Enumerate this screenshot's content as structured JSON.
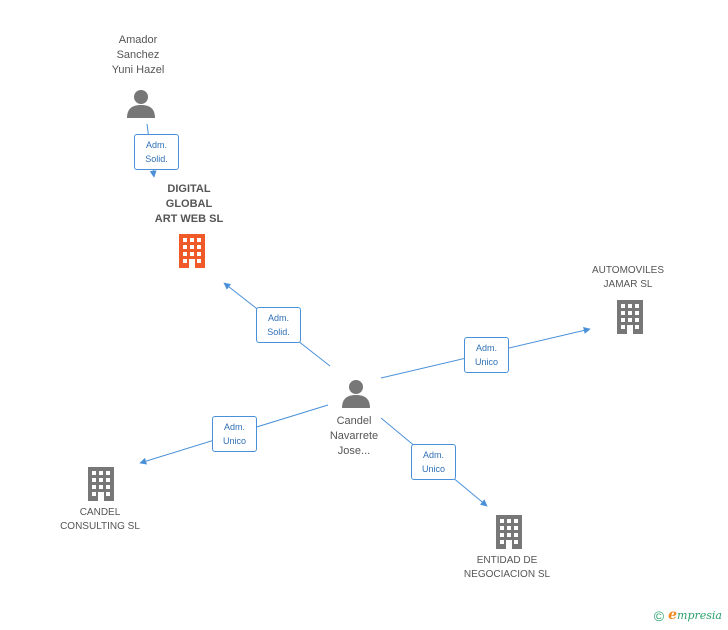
{
  "nodes": {
    "amador": {
      "name": "Amador\nSanchez\nYuni Hazel"
    },
    "digital": {
      "name": "DIGITAL\nGLOBAL\nART WEB SL"
    },
    "automoviles": {
      "name": "AUTOMOVILES\nJAMAR SL"
    },
    "candel_person": {
      "name": "Candel\nNavarrete\nJose..."
    },
    "candel_consulting": {
      "name": "CANDEL\nCONSULTING SL"
    },
    "entidad": {
      "name": "ENTIDAD DE\nNEGOCIACION SL"
    }
  },
  "edges": {
    "amador_digital": {
      "role1": "Adm.",
      "role2": "Solid."
    },
    "candel_digital": {
      "role1": "Adm.",
      "role2": "Solid."
    },
    "candel_automoviles": {
      "role1": "Adm.",
      "role2": "Unico"
    },
    "candel_consulting": {
      "role1": "Adm.",
      "role2": "Unico"
    },
    "candel_entidad": {
      "role1": "Adm.",
      "role2": "Unico"
    }
  },
  "colors": {
    "edge": "#4a90d9",
    "person": "#777777",
    "company": "#777777",
    "focus_company": "#f05a28"
  },
  "brand": {
    "copyright": "©",
    "initial": "e",
    "name": "mpresia"
  }
}
